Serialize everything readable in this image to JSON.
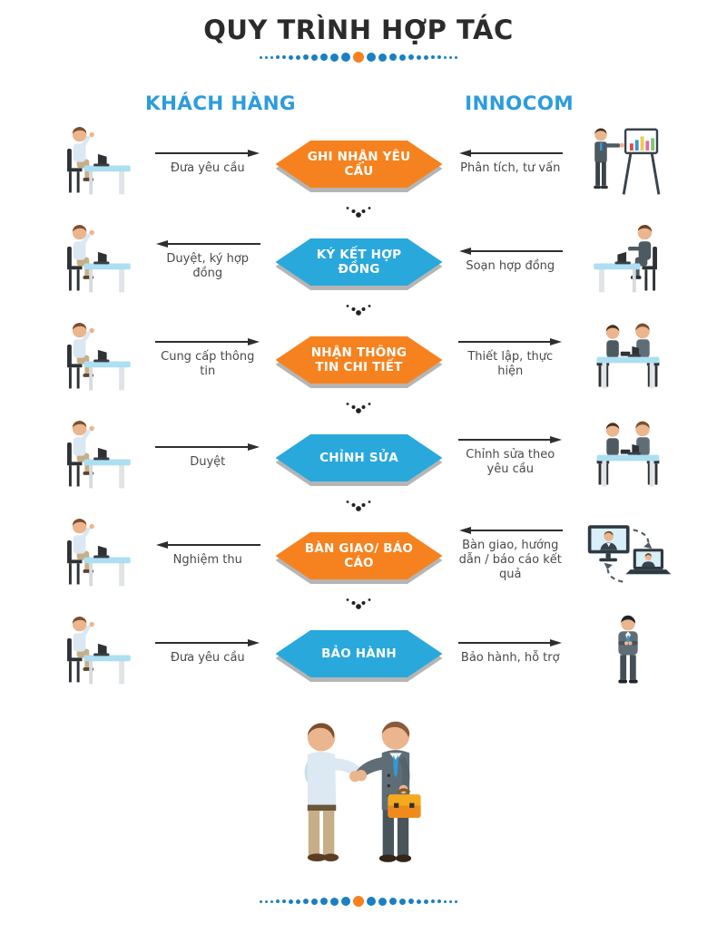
{
  "title": "QUY TRÌNH HỢP TÁC",
  "columns": {
    "left": "KHÁCH HÀNG",
    "right": "INNOCOM"
  },
  "colors": {
    "orange": "#F6821F",
    "blue": "#29A8DC",
    "heading_blue": "#2D9CDB",
    "dot_blue": "#1B7FC4",
    "arrow": "#2E2E2E",
    "label_text": "#4A4A4A",
    "title_text": "#2B2B2B"
  },
  "rows": [
    {
      "step": "GHI NHẬN YÊU CẦU",
      "step_color": "orange",
      "left": {
        "dir": "right",
        "label": "Đưa yêu cầu",
        "icon": "customer-desk-icon"
      },
      "right": {
        "dir": "left",
        "label": "Phân tích, tư vấn",
        "icon": "presenter-icon"
      }
    },
    {
      "step": "KÝ KẾT HỢP ĐỒNG",
      "step_color": "blue",
      "left": {
        "dir": "left",
        "label": "Duyệt, ký hợp đồng",
        "icon": "customer-desk-icon"
      },
      "right": {
        "dir": "left",
        "label": "Soạn hợp đồng",
        "icon": "worker-desk-icon"
      }
    },
    {
      "step": "NHẬN THÔNG TIN CHI TIẾT",
      "step_color": "orange",
      "left": {
        "dir": "right",
        "label": "Cung cấp thông tin",
        "icon": "customer-desk-icon"
      },
      "right": {
        "dir": "right",
        "label": "Thiết lập, thực hiện",
        "icon": "meeting-icon"
      }
    },
    {
      "step": "CHỈNH SỬA",
      "step_color": "blue",
      "left": {
        "dir": "right",
        "label": "Duyệt",
        "icon": "customer-desk-icon"
      },
      "right": {
        "dir": "right",
        "label": "Chỉnh sửa theo yêu cầu",
        "icon": "meeting-icon"
      }
    },
    {
      "step": "BÀN GIAO/ BÁO CÁO",
      "step_color": "orange",
      "left": {
        "dir": "left",
        "label": "Nghiệm thu",
        "icon": "customer-desk-icon"
      },
      "right": {
        "dir": "left",
        "label": "Bàn giao, hướng dẫn / báo cáo kết quả",
        "icon": "video-call-icon"
      }
    },
    {
      "step": "BẢO HÀNH",
      "step_color": "blue",
      "left": {
        "dir": "right",
        "label": "Đưa yêu cầu",
        "icon": "customer-desk-icon"
      },
      "right": {
        "dir": "right",
        "label": "Bảo hành, hỗ trợ",
        "icon": "support-person-icon"
      }
    }
  ],
  "footer_icon": "handshake-icon"
}
